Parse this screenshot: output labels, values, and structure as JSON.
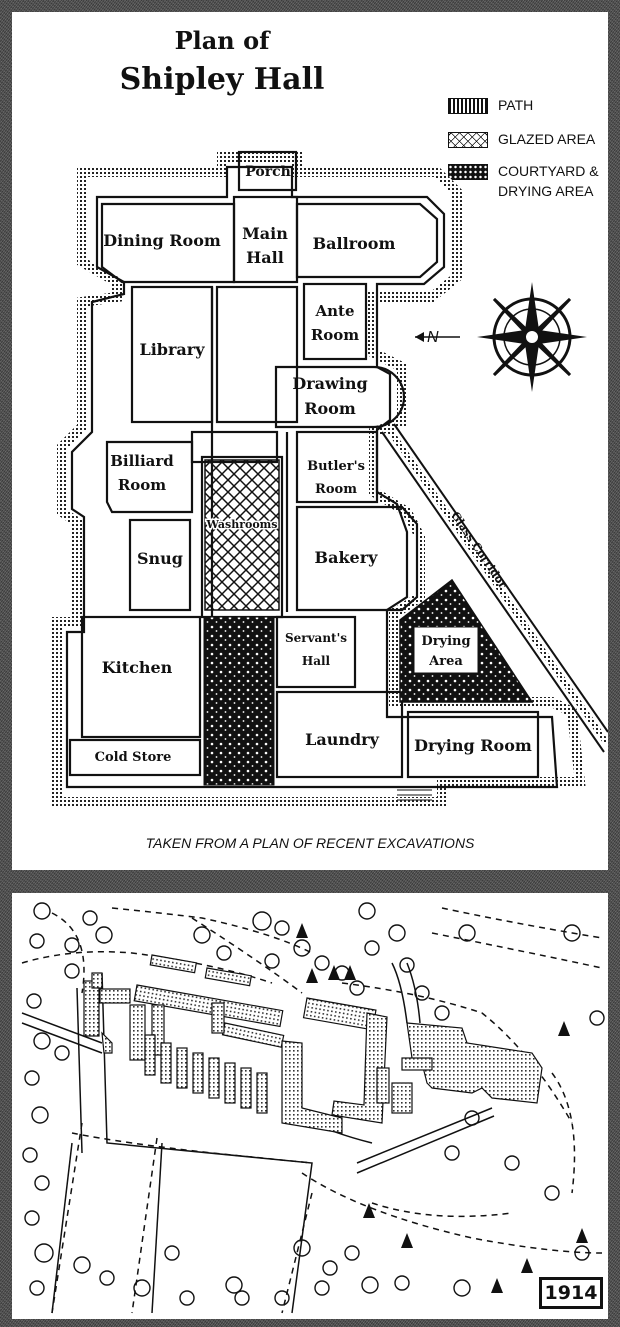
{
  "plan": {
    "title_line1": "Plan of",
    "title_line2": "Shipley Hall",
    "legend": [
      {
        "label": "PATH",
        "pattern": "path"
      },
      {
        "label": "GLAZED AREA",
        "pattern": "glazed"
      },
      {
        "label": "COURTYARD &",
        "label2": "DRYING AREA",
        "pattern": "court"
      }
    ],
    "compass_north": "N",
    "rooms": {
      "porch": "Porch",
      "dining_room": "Dining Room",
      "main_hall_1": "Main",
      "main_hall_2": "Hall",
      "ballroom": "Ballroom",
      "ante_room_1": "Ante",
      "ante_room_2": "Room",
      "library": "Library",
      "drawing_room_1": "Drawing",
      "drawing_room_2": "Room",
      "billiard_room_1": "Billiard",
      "billiard_room_2": "Room",
      "butlers_room_1": "Butler's",
      "butlers_room_2": "Room",
      "washrooms": "Washrooms",
      "snug": "Snug",
      "bakery": "Bakery",
      "glass_corridor": "Glass Corridor",
      "drying_area_1": "Drying",
      "drying_area_2": "Area",
      "servants_hall_1": "Servant's",
      "servants_hall_2": "Hall",
      "kitchen": "Kitchen",
      "cold_store": "Cold Store",
      "laundry": "Laundry",
      "drying_room": "Drying Room"
    },
    "caption": "TAKEN FROM A PLAN OF RECENT EXCAVATIONS"
  },
  "historic_map": {
    "year": "1914"
  },
  "colors": {
    "ink": "#111111",
    "paper": "#ffffff",
    "border": "#5a5a5a"
  }
}
